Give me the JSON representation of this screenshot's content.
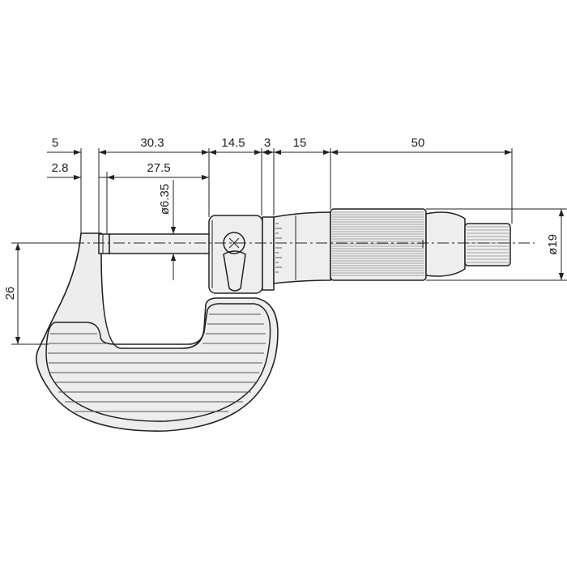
{
  "dimensions": {
    "top_row": [
      "5",
      "30.3",
      "14.5",
      "3",
      "15",
      "50"
    ],
    "second_row": [
      "2.8",
      "27.5"
    ],
    "spindle_diameter": "ø6.35",
    "thimble_diameter": "ø19",
    "frame_height": "26"
  }
}
